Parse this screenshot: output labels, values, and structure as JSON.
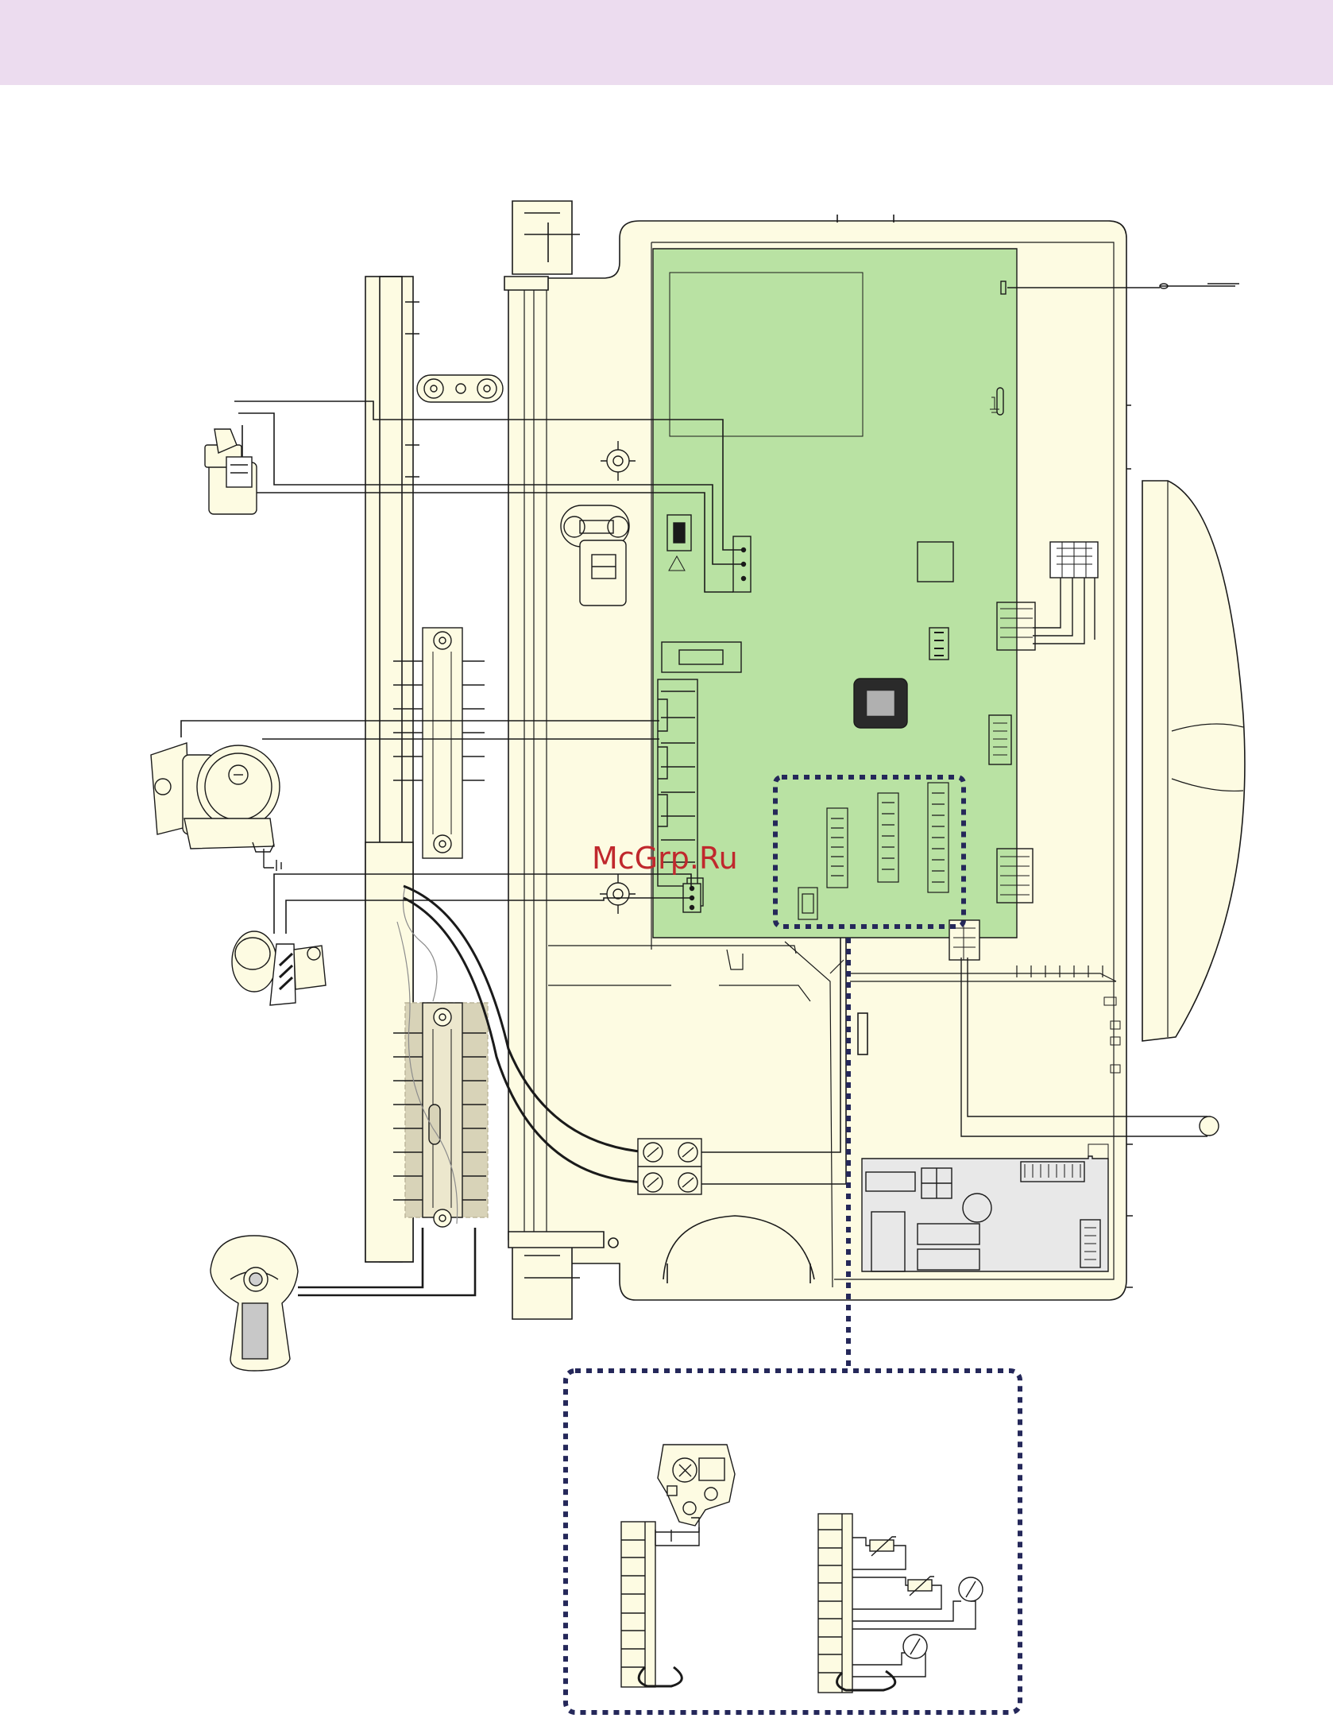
{
  "page": {
    "watermark_text": "McGrp.Ru"
  },
  "colors": {
    "header_band": "#ecdcef",
    "housing_fill": "#fdfbe2",
    "pcb_fill": "#b9e2a3",
    "stroke": "#1a1a1a",
    "dotted_frame": "#25285a",
    "terminal_block_highlight": "#d8d3b8",
    "ignition_module_fill": "#e8e8e8",
    "watermark": "#c0282d"
  },
  "components": [
    {
      "key": "main-control-pcb",
      "icon": "pcb-board-icon"
    },
    {
      "key": "fan-pressure-switch",
      "icon": "pressure-switch-icon"
    },
    {
      "key": "circulation-pump",
      "icon": "pump-motor-icon"
    },
    {
      "key": "diverter-valve-motor",
      "icon": "valve-motor-icon"
    },
    {
      "key": "room-sensor",
      "icon": "sensor-icon"
    },
    {
      "key": "gas-valve",
      "icon": "gas-valve-icon"
    },
    {
      "key": "ntc-thermistors",
      "icon": "thermistor-icon"
    },
    {
      "key": "thermostats",
      "icon": "thermostat-icon"
    },
    {
      "key": "ignition-module",
      "icon": "ignition-module-icon"
    },
    {
      "key": "earth-symbol",
      "icon": "ground-icon"
    }
  ]
}
